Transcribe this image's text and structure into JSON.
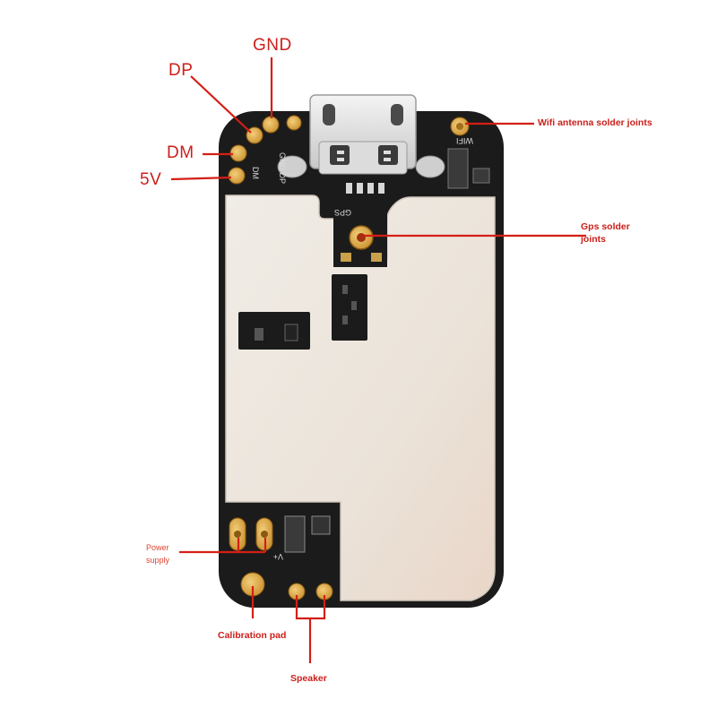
{
  "labels": {
    "gnd": "GND",
    "dp": "DP",
    "dm": "DM",
    "v5": "5V",
    "wifi": "Wifi antenna solder joints",
    "gps_line1": "Gps solder",
    "gps_line2": "joints",
    "power_line1": "Power",
    "power_line2": "supply",
    "calibration": "Calibration pad",
    "speaker": "Speaker"
  },
  "silkscreen": {
    "gnd_dp": "GND DP",
    "dm": "DM",
    "wifi": "WIFI",
    "gps": "GPS",
    "v_plus": "V+"
  },
  "colors": {
    "annotation": "#cc1f1a",
    "pcb": "#1a1a1a",
    "shield": "#e9e3da",
    "pad": "#d9a441"
  }
}
